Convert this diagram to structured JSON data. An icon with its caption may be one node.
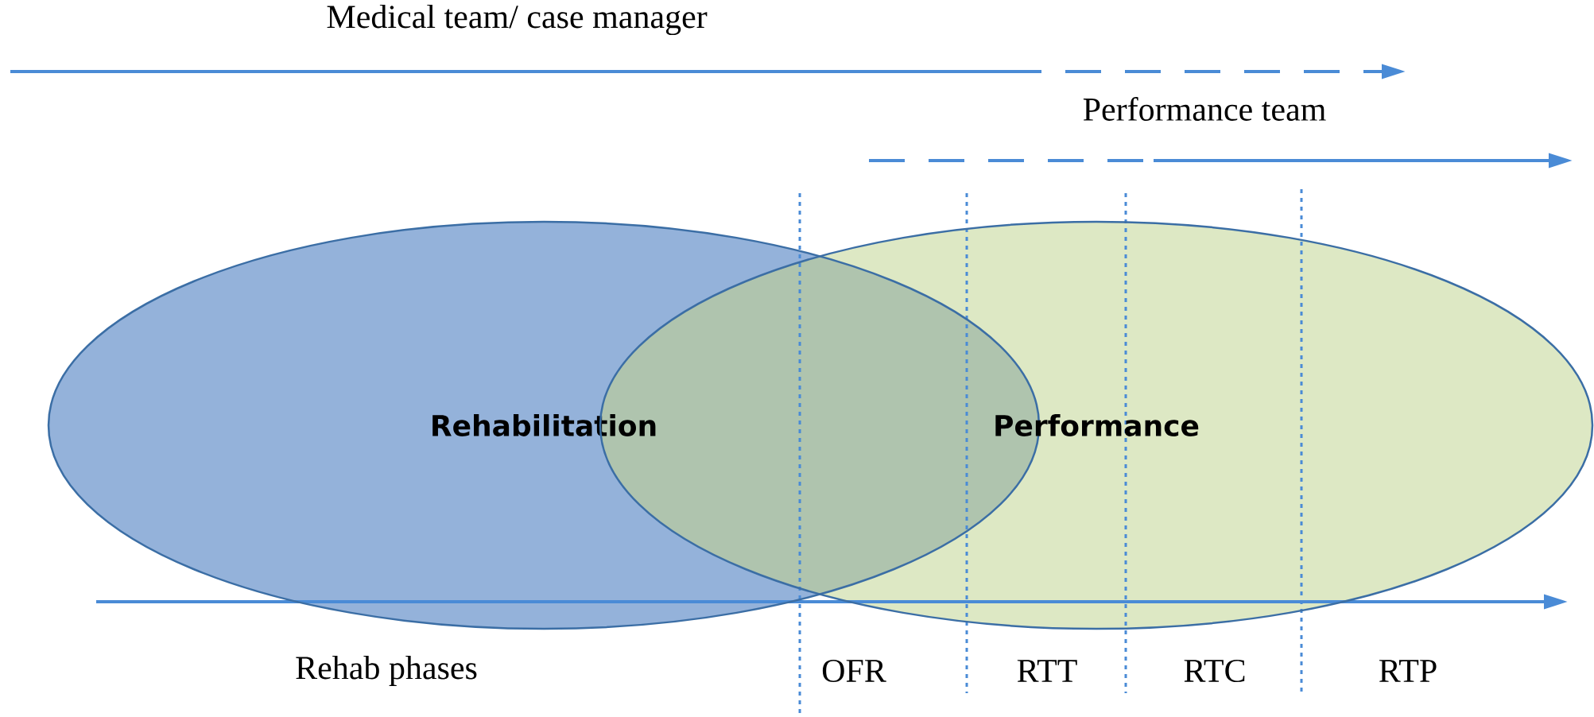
{
  "diagram": {
    "nodes": [
      {
        "text": [
          "Rehabilitation"
        ]
      },
      {
        "text": [
          "Performance"
        ]
      }
    ],
    "labels": [
      "Medical team/ case manager",
      "Performance team",
      "Rehab phases",
      "OFR",
      "RTT",
      "RTC",
      "RTP"
    ]
  }
}
